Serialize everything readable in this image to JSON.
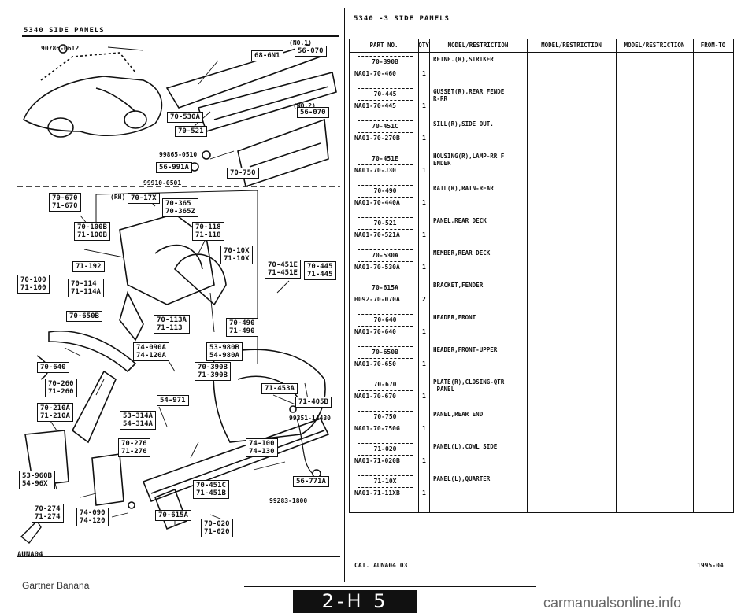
{
  "left_header": "5340   SIDE PANELS",
  "right_header": "5340  -3    SIDE PANELS",
  "diagram": {
    "callouts": [
      {
        "id": "c1",
        "text": "68-6N1"
      },
      {
        "id": "c2",
        "text": "56-070"
      },
      {
        "id": "c3",
        "text": "70-530A"
      },
      {
        "id": "c4",
        "text": "70-521"
      },
      {
        "id": "c5",
        "text": "56-070"
      },
      {
        "id": "c6",
        "text": "56-991A"
      },
      {
        "id": "c7",
        "text": "70-750"
      },
      {
        "id": "c8",
        "text": "70-670\n71-670"
      },
      {
        "id": "c9",
        "text": "70-17X"
      },
      {
        "id": "c10",
        "text": "70-365\n70-365Z"
      },
      {
        "id": "c11",
        "text": "70-100B\n71-100B"
      },
      {
        "id": "c12",
        "text": "70-118\n71-118"
      },
      {
        "id": "c13",
        "text": "70-10X\n71-10X"
      },
      {
        "id": "c14",
        "text": "71-192"
      },
      {
        "id": "c15",
        "text": "70-100\n71-100"
      },
      {
        "id": "c16",
        "text": "70-114\n71-114A"
      },
      {
        "id": "c17",
        "text": "70-451E\n71-451E"
      },
      {
        "id": "c18",
        "text": "70-445\n71-445"
      },
      {
        "id": "c19",
        "text": "70-650B"
      },
      {
        "id": "c20",
        "text": "70-113A\n71-113"
      },
      {
        "id": "c21",
        "text": "70-490\n71-490"
      },
      {
        "id": "c22",
        "text": "74-090A\n74-120A"
      },
      {
        "id": "c23",
        "text": "53-980B\n54-980A"
      },
      {
        "id": "c24",
        "text": "70-640"
      },
      {
        "id": "c25",
        "text": "70-390B\n71-390B"
      },
      {
        "id": "c26",
        "text": "70-260\n71-260"
      },
      {
        "id": "c27",
        "text": "71-453A"
      },
      {
        "id": "c28",
        "text": "71-405B"
      },
      {
        "id": "c29",
        "text": "54-971"
      },
      {
        "id": "c30",
        "text": "70-210A\n71-210A"
      },
      {
        "id": "c31",
        "text": "53-314A\n54-314A"
      },
      {
        "id": "c32",
        "text": "70-276\n71-276"
      },
      {
        "id": "c33",
        "text": "74-100\n74-130"
      },
      {
        "id": "c34",
        "text": "53-960B\n54-96X"
      },
      {
        "id": "c35",
        "text": "70-451C\n71-451B"
      },
      {
        "id": "c36",
        "text": "56-771A"
      },
      {
        "id": "c37",
        "text": "70-274\n71-274"
      },
      {
        "id": "c38",
        "text": "74-090\n74-120"
      },
      {
        "id": "c39",
        "text": "70-615A"
      },
      {
        "id": "c40",
        "text": "70-020\n71-020"
      }
    ],
    "no1": "(NO.1)",
    "no2": "(NO.2)",
    "rh": "(RH)",
    "part_refs": [
      {
        "id": "r1",
        "text": "90786-0612"
      },
      {
        "id": "r2",
        "text": "99865-0510"
      },
      {
        "id": "r3",
        "text": "99910-0501"
      },
      {
        "id": "r4",
        "text": "99351-14430"
      },
      {
        "id": "r5",
        "text": "99283-1800"
      }
    ],
    "bottom_label": "AUNA04"
  },
  "table": {
    "headers": [
      "PART NO.",
      "QTY",
      "MODEL/RESTRICTION",
      "MODEL/RESTRICTION",
      "MODEL/RESTRICTION",
      "FROM-TO"
    ],
    "rows": [
      {
        "box": "70-390B",
        "part": "NA01-70-460",
        "qty": "1",
        "desc": "REINF.(R),STRIKER"
      },
      {
        "box": "70-445",
        "part": "NA01-70-445",
        "qty": "1",
        "desc": "GUSSET(R),REAR FENDE\nR-RR"
      },
      {
        "box": "70-451C",
        "part": "NA01-70-270B",
        "qty": "1",
        "desc": "SILL(R),SIDE OUT."
      },
      {
        "box": "70-451E",
        "part": "NA01-70-J30",
        "qty": "1",
        "desc": "HOUSING(R),LAMP-RR F\nENDER"
      },
      {
        "box": "70-490",
        "part": "NA01-70-440A",
        "qty": "1",
        "desc": "RAIL(R),RAIN-REAR"
      },
      {
        "box": "70-521",
        "part": "NA01-70-521A",
        "qty": "1",
        "desc": "PANEL,REAR DECK"
      },
      {
        "box": "70-530A",
        "part": "NA01-70-530A",
        "qty": "1",
        "desc": "MEMBER,REAR DECK"
      },
      {
        "box": "70-615A",
        "part": "B092-70-070A",
        "qty": "2",
        "desc": "BRACKET,FENDER"
      },
      {
        "box": "70-640",
        "part": "NA01-70-640",
        "qty": "1",
        "desc": "HEADER,FRONT"
      },
      {
        "box": "70-650B",
        "part": "NA01-70-650",
        "qty": "1",
        "desc": "HEADER,FRONT-UPPER"
      },
      {
        "box": "70-670",
        "part": "NA01-70-670",
        "qty": "1",
        "desc": "PLATE(R),CLOSING-QTR\n PANEL"
      },
      {
        "box": "70-750",
        "part": "NA01-70-750G",
        "qty": "1",
        "desc": "PANEL,REAR END"
      },
      {
        "box": "71-020",
        "part": "NA01-71-020B",
        "qty": "1",
        "desc": "PANEL(L),COWL SIDE"
      },
      {
        "box": "71-10X",
        "part": "NA01-71-11XB",
        "qty": "1",
        "desc": "PANEL(L),QUARTER"
      }
    ]
  },
  "footer_left": "CAT.  AUNA04  03",
  "footer_right": "1995-04",
  "badge": "2-H 5",
  "watermark_left": "Gartner Banana",
  "watermark_right": "carmanualsonline.info"
}
